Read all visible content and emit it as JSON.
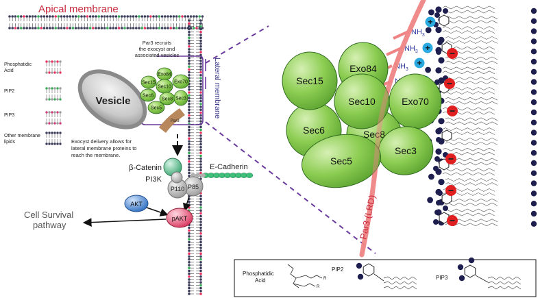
{
  "colors": {
    "apical_label": "#c8283c",
    "lateral_label": "#3a3a8c",
    "sec_fill": "#7cc24a",
    "sec_stroke": "#2f6b1f",
    "par3": "#f07f7f",
    "vesicle": "#9a9a9a",
    "beta_catenin": "#5fbf8c",
    "akt": "#3a78c8",
    "pakt": "#e05575",
    "ecadherin": "#3fbf7a",
    "phosphate": "#1f1f4f",
    "plus_ion": "#2aa8e0",
    "minus_ion": "#e02020",
    "dashed_line": "#6a3a9c"
  },
  "left_panel": {
    "apical_membrane": "Apical membrane",
    "lateral_membrane": "Lateral membrane",
    "par3_recruits": [
      "Par3 recruits",
      "the exocyst and",
      "associated vesicles"
    ],
    "vesicle": "Vesicle",
    "mini_subunits": [
      "Exo84",
      "Sec15",
      "Sec10",
      "Exo70",
      "Sec6",
      "Sec8",
      "Sec5",
      "Sec3"
    ],
    "par3_small": "Par3",
    "exocyst_delivery": [
      "Exocyst delivery allows for",
      "lateral membrane proteins to",
      "reach the membrane."
    ],
    "beta_catenin": "β-Catenin",
    "pi3k": "PI3K",
    "p110": "P110",
    "p85": "P85",
    "e_cadherin": "E-Cadherin",
    "akt": "AKT",
    "pakt": "pAKT",
    "cell_survival": [
      "Cell Survival",
      "pathway"
    ]
  },
  "legend_left": [
    {
      "label": [
        "Phosphatidic",
        "Acid"
      ],
      "kind": "pa"
    },
    {
      "label": [
        "PIP2"
      ],
      "kind": "pip2"
    },
    {
      "label": [
        "PIP3"
      ],
      "kind": "pip3"
    },
    {
      "label": [
        "Other membrane",
        "lipids"
      ],
      "kind": "other"
    }
  ],
  "right_panel": {
    "subunits": [
      "Exo84",
      "Sec15",
      "Sec10",
      "Exo70",
      "Sec6",
      "Sec8",
      "Sec5",
      "Sec3"
    ],
    "nh3": "NH",
    "nh3_sub": "3",
    "plus": "+",
    "par3_lrd": "Par3 (LRD)"
  },
  "legend_bottom": {
    "phosphatidic_acid": [
      "Phosphatidic",
      "Acid"
    ],
    "pip2": "PIP2",
    "pip3": "PIP3",
    "r": "R"
  }
}
